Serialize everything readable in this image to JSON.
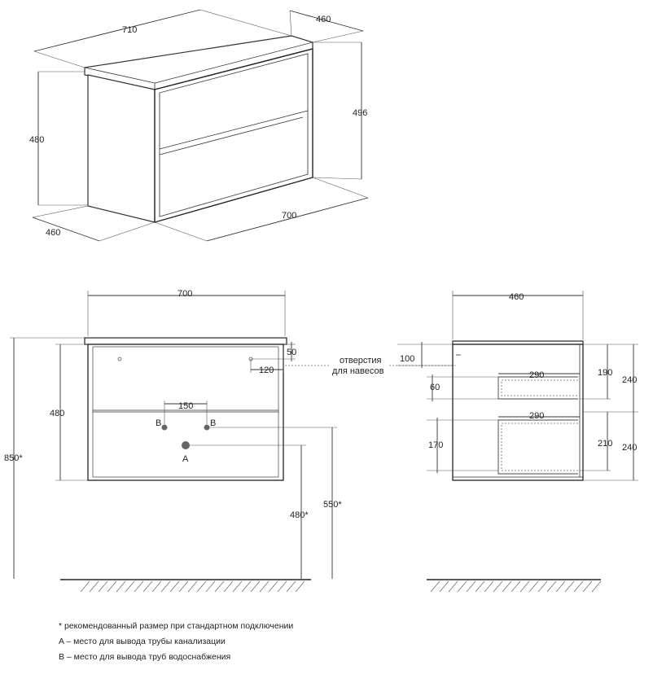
{
  "iso_view": {
    "dims": {
      "top_width": "710",
      "top_depth": "460",
      "height_left": "480",
      "height_right": "496",
      "bottom_depth": "460",
      "bottom_width": "700"
    }
  },
  "front_view": {
    "width": "700",
    "holes_offset_top": "50",
    "holes_offset_side": "120",
    "holes_label": [
      "отверстия",
      "для навесов"
    ],
    "height": "480",
    "total_height": "850*",
    "pipes_spacing": "150",
    "pipe_b_label": "B",
    "pipe_a_label": "A",
    "height_a": "480*",
    "height_b": "550*"
  },
  "side_view": {
    "depth": "460",
    "hole_offset": "100",
    "top_drawer_depth": "290",
    "top_drawer_inner_height": "190",
    "top_section": "240",
    "top_gap": "60",
    "bottom_drawer_depth": "290",
    "bottom_drawer_inner_height": "210",
    "bottom_section": "240",
    "bottom_gap": "170"
  },
  "notes": [
    "* рекомендованный размер при стандартном подключении",
    "A – место для вывода трубы канализации",
    "B – место для вывода труб водоснабжения"
  ]
}
